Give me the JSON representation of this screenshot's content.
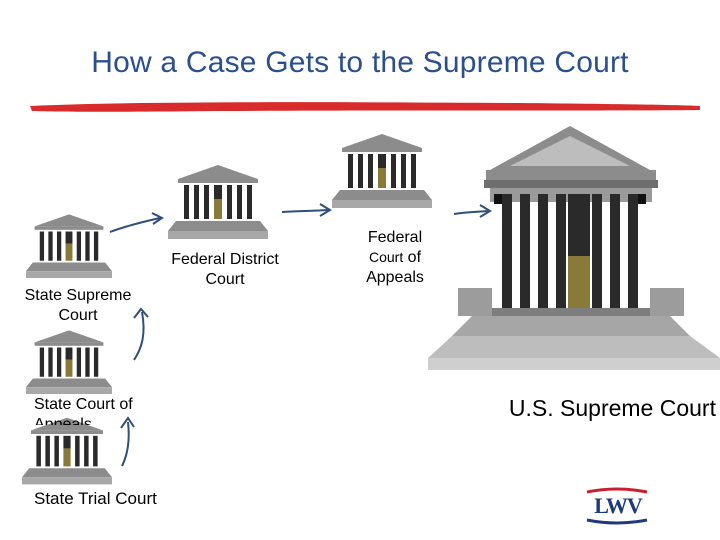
{
  "title": "How a Case Gets to the Supreme Court",
  "colors": {
    "title": "#2b4f8c",
    "rule": "#d92b2b",
    "arrow": "#2f4e7a",
    "building": "#8c8c8c",
    "column": "#2a2a2a",
    "door": "#8a7a3a",
    "logo_red": "#c8202f",
    "logo_blue": "#1f3a7a"
  },
  "courts": {
    "state_supreme": {
      "label": "State Supreme Court"
    },
    "state_appeals": {
      "label": "State Court of Appeals"
    },
    "state_trial": {
      "label": "State Trial Court"
    },
    "federal_district": {
      "label": "Federal District Court"
    },
    "federal_appeals": {
      "line1": "Federal",
      "line2a": "Court",
      "line2b": "of",
      "line3": "Appeals"
    },
    "us_supreme": {
      "label": "U.S. Supreme Court"
    }
  },
  "logo": {
    "text": "LWV"
  },
  "icons": {
    "court": "courthouse-icon",
    "arrow": "arrow-icon"
  }
}
